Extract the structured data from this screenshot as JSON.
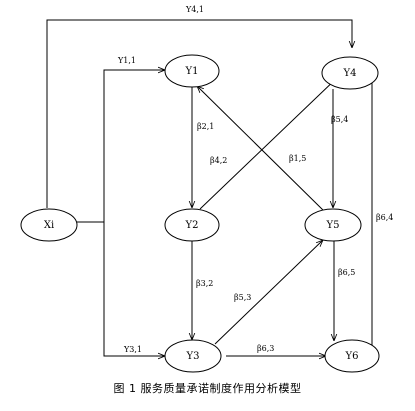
{
  "diagram": {
    "nodes": {
      "xi": "Xi",
      "y1": "Y1",
      "y2": "Y2",
      "y3": "Y3",
      "y4": "Y4",
      "y5": "Y5",
      "y6": "Y6"
    },
    "edges": {
      "xi_y4": "Y4,1",
      "xi_y1": "Y1,1",
      "xi_y3": "Y3,1",
      "y1_y2": "β2,1",
      "y2_y4": "β4,2",
      "y5_y1": "β1,5",
      "y4_y5": "β5,4",
      "y2_y3": "β3,2",
      "y3_y5": "β5,3",
      "y4_y6": "β6,4",
      "y5_y6": "β6,5",
      "y3_y6": "β6,3"
    }
  },
  "caption": "图 1    服务质量承诺制度作用分析模型"
}
